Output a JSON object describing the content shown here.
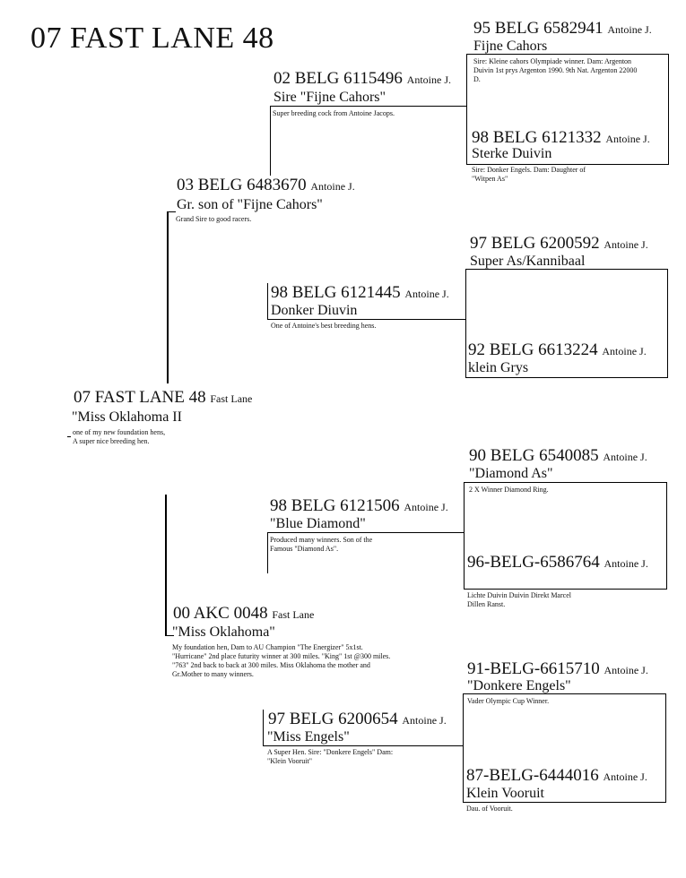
{
  "title": "07 FAST LANE 48",
  "subject": {
    "ring": "07 FAST LANE 48",
    "owner": "Fast Lane",
    "name": "\"Miss Oklahoma II",
    "note1": "one of my new foundation hens,",
    "note2": "A super nice breeding hen."
  },
  "sire": {
    "ring": "03 BELG 6483670",
    "owner": "Antoine J.",
    "name": "Gr. son of \"Fijne Cahors\"",
    "note": "Grand Sire to good racers."
  },
  "dam": {
    "ring": "00 AKC 0048",
    "owner": "Fast Lane",
    "name": "\"Miss Oklahoma\"",
    "note": "My foundation hen, Dam to AU Champion \"The Energizer\" 5x1st. \"Hurricane\" 2nd place futurity winner at 300 miles. \"King\" 1st @300 miles. \"763\" 2nd back to back at 300 miles. Miss Oklahoma the mother and Gr.Mother to many winners."
  },
  "ss": {
    "ring": "02 BELG 6115496",
    "owner": "Antoine J.",
    "name": "Sire \"Fijne Cahors\"",
    "note": "Super breeding cock from Antoine Jacops."
  },
  "sd": {
    "ring": "98 BELG 6121445",
    "owner": "Antoine J.",
    "name": "Donker Diuvin",
    "note": "One of Antoine's best breeding hens."
  },
  "ds": {
    "ring": "98 BELG 6121506",
    "owner": "Antoine J.",
    "name": "\"Blue Diamond\"",
    "note": "Produced many winners. Son of the Famous \"Diamond As\"."
  },
  "dd": {
    "ring": "97 BELG 6200654",
    "owner": "Antoine J.",
    "name": "\"Miss Engels\"",
    "note": "A Super Hen. Sire: \"Donkere Engels\" Dam: \"Klein Vooruit\""
  },
  "sss": {
    "ring": "95 BELG 6582941",
    "owner": "Antoine J.",
    "name": "Fijne Cahors",
    "note": "Sire: Kleine cahors Olympiade winner. Dam: Argenton Duivin 1st prys Argenton 1990. 9th Nat. Argenton 22000 D."
  },
  "ssd": {
    "ring": "98 BELG 6121332",
    "owner": "Antoine J.",
    "name": "Sterke Duivin",
    "note": "Sire: Donker Engels. Dam: Daughter of \"Witpen As\""
  },
  "sds": {
    "ring": "97 BELG 6200592",
    "owner": "Antoine J.",
    "name": "Super As/Kannibaal"
  },
  "sdd": {
    "ring": "92 BELG 6613224",
    "owner": "Antoine J.",
    "name": "klein Grys"
  },
  "dss": {
    "ring": "90 BELG 6540085",
    "owner": "Antoine J.",
    "name": "\"Diamond As\"",
    "note": "2 X Winner Diamond Ring."
  },
  "dsd": {
    "ring": "96-BELG-6586764",
    "owner": "Antoine J.",
    "note": "Lichte Duivin Duivin Direkt Marcel Dillen Ranst."
  },
  "dds": {
    "ring": "91-BELG-6615710",
    "owner": "Antoine J.",
    "name": "\"Donkere Engels\"",
    "note": "Vader  Olympic Cup Winner."
  },
  "ddd": {
    "ring": "87-BELG-6444016",
    "owner": "Antoine J.",
    "name": "Klein Vooruit",
    "note": "Dau. of Vooruit."
  }
}
